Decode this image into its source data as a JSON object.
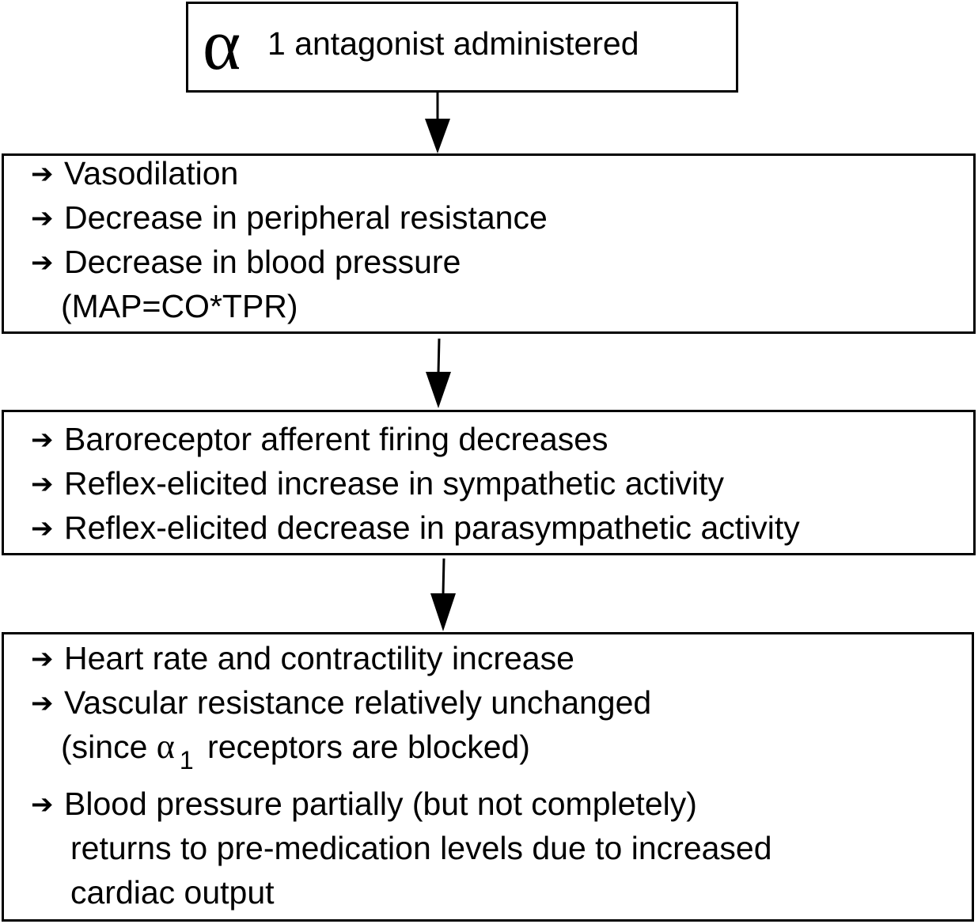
{
  "title": {
    "alpha": "α",
    "text": "1 antagonist administered"
  },
  "box1": {
    "items": [
      "Vasodilation",
      "Decrease in peripheral resistance",
      "Decrease in blood pressure"
    ],
    "note": "(MAP=CO*TPR)"
  },
  "box2": {
    "items": [
      "Baroreceptor afferent firing decreases",
      "Reflex-elicited increase in sympathetic activity",
      "Reflex-elicited decrease in parasympathetic activity"
    ]
  },
  "box3": {
    "items": [
      "Heart rate and contractility increase",
      "Vascular resistance relatively unchanged",
      "Blood pressure partially (but not completely)"
    ],
    "note_prefix": "(since",
    "note_alpha": "α",
    "note_sub": "1",
    "note_suffix": "receptors are blocked)",
    "continuation": [
      "returns to pre-medication levels due to increased",
      "cardiac output"
    ]
  },
  "icons": {
    "bullet": "right-arrow-icon"
  }
}
